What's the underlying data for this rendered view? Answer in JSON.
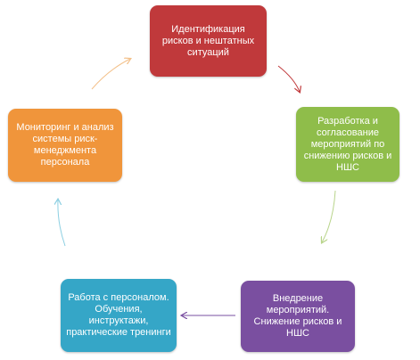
{
  "diagram": {
    "nodes": [
      {
        "id": "b1",
        "text": "Идентификация рисков и нештатных ситуаций",
        "color": "#c0393b"
      },
      {
        "id": "b2",
        "text": "Разработка и согласование мероприятий по снижению рисков и НШС",
        "color": "#8fbd4a"
      },
      {
        "id": "b3",
        "text": "Внедрение мероприятий. Снижение рисков и НШС",
        "color": "#7a4fa0"
      },
      {
        "id": "b4",
        "text": "Работа с персоналом. Обучения, инструктажи, практические тренинги",
        "color": "#35a6c7"
      },
      {
        "id": "b5",
        "text": "Мониторинг и анализ системы риск-менеджмента персонала",
        "color": "#f0953b"
      }
    ],
    "edges": [
      {
        "from": "b1",
        "to": "b2",
        "color": "#c0393b"
      },
      {
        "from": "b2",
        "to": "b3",
        "color": "#b8d48a"
      },
      {
        "from": "b3",
        "to": "b4",
        "color": "#7a4fa0"
      },
      {
        "from": "b4",
        "to": "b5",
        "color": "#8ccfe2"
      },
      {
        "from": "b5",
        "to": "b1",
        "color": "#f3c089"
      }
    ]
  }
}
